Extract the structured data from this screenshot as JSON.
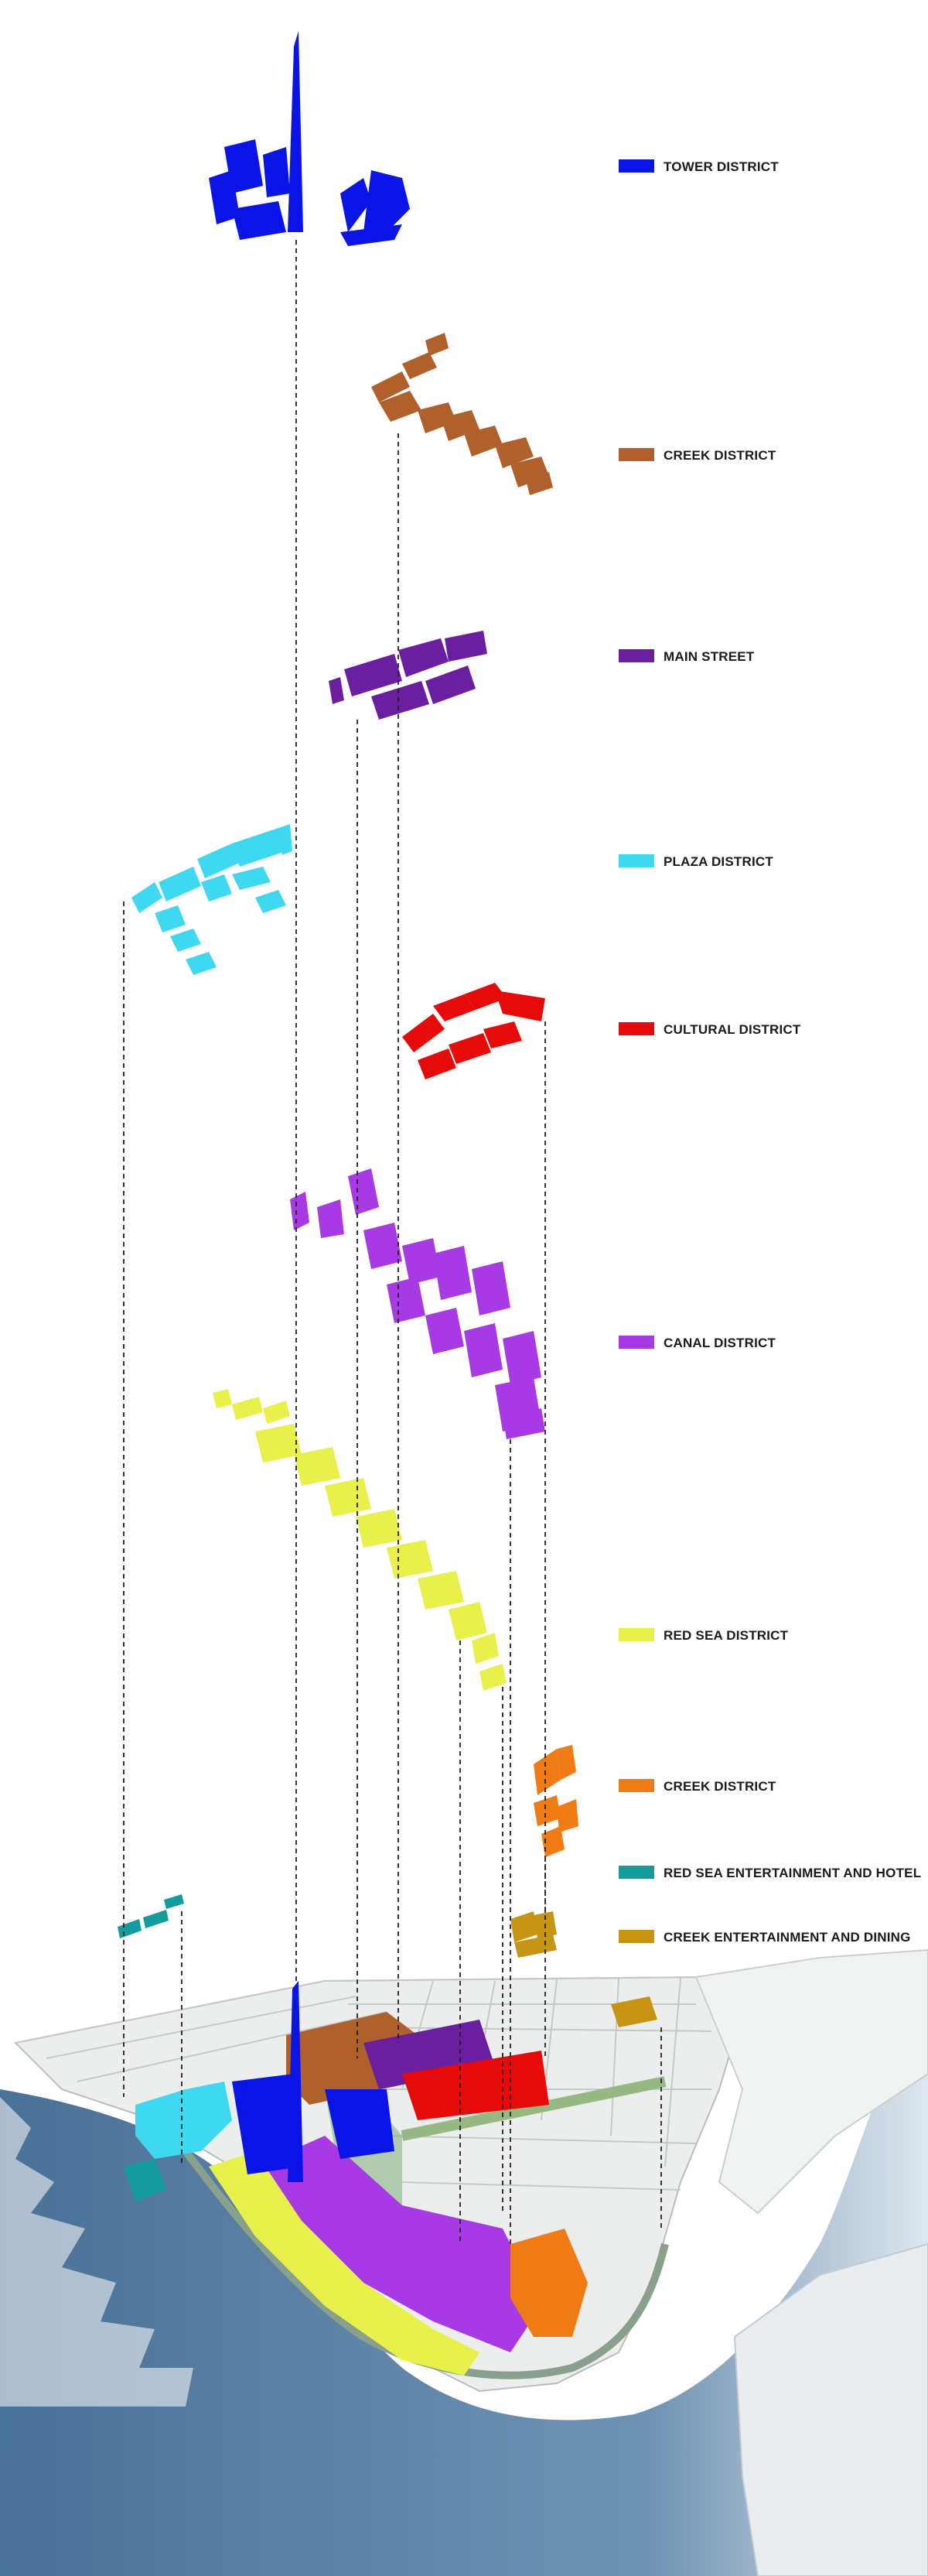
{
  "legend": [
    {
      "label": "TOWER DISTRICT",
      "color": "#0a14e6"
    },
    {
      "label": "CREEK DISTRICT",
      "color": "#b0602a"
    },
    {
      "label": "MAIN STREET",
      "color": "#6a1fa0"
    },
    {
      "label": "PLAZA DISTRICT",
      "color": "#3ed8f0"
    },
    {
      "label": "CULTURAL DISTRICT",
      "color": "#e60a0a"
    },
    {
      "label": "CANAL DISTRICT",
      "color": "#a83ae6"
    },
    {
      "label": "RED SEA DISTRICT",
      "color": "#e8f04a"
    },
    {
      "label": "CREEK DISTRICT",
      "color": "#f07a14"
    },
    {
      "label": "RED SEA  ENTERTAINMENT AND HOTEL",
      "color": "#149c9c"
    },
    {
      "label": "CREEK ENTERTAINMENT AND DINING",
      "color": "#c89414"
    }
  ],
  "colors": {
    "water": "#5a7fa0",
    "land": "#eceeed",
    "road": "#c8cccc",
    "leader": "#222222"
  }
}
